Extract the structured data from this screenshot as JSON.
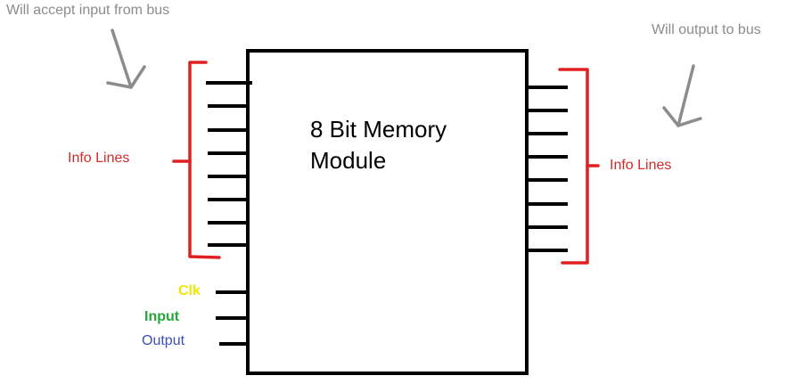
{
  "annotations": {
    "input_note": "Will accept input from bus",
    "output_note": "Will output to bus",
    "left_info_label": "Info Lines",
    "right_info_label": "Info Lines"
  },
  "module": {
    "title_line1": "8 Bit Memory",
    "title_line2": "Module"
  },
  "control_pins": {
    "clk": "Clk",
    "input": "Input",
    "output": "Output"
  },
  "info_lines": {
    "left_count": 8,
    "right_count": 8
  },
  "colors": {
    "outline": "#000000",
    "bracket": "#e02020",
    "annotation": "#8c8c8c",
    "info_label": "#d42a2a",
    "clk": "#f2e600",
    "input": "#22a83a",
    "output": "#3c4fb5"
  }
}
